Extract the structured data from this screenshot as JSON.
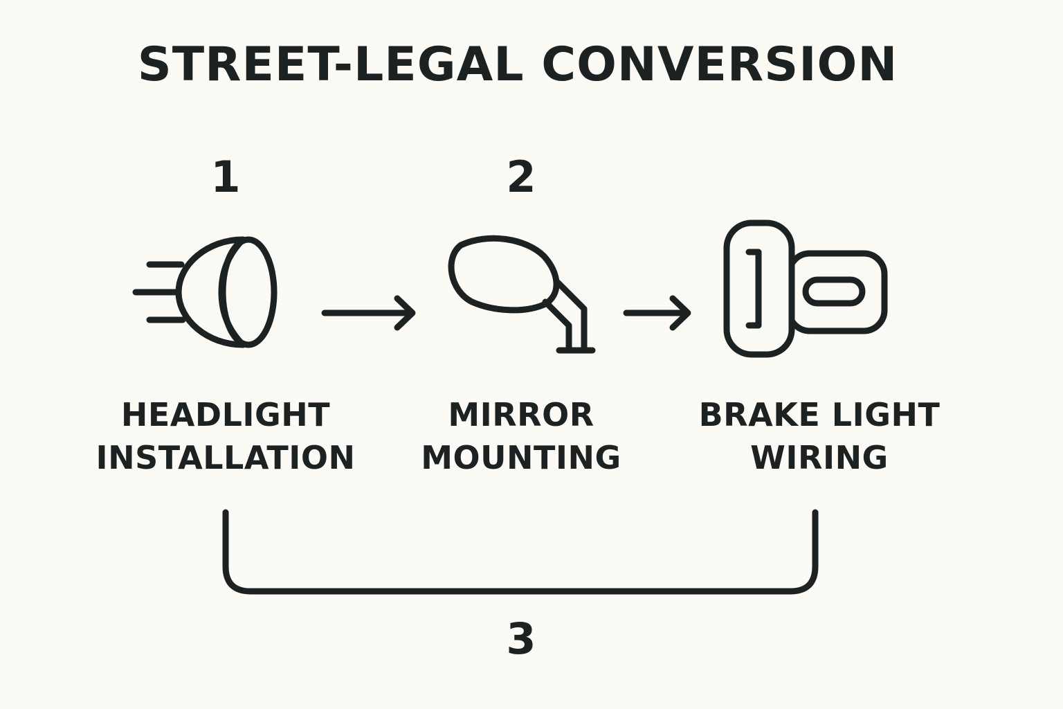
{
  "diagram": {
    "title": "STREET-LEGAL CONVERSION",
    "steps": [
      {
        "number": "1",
        "line1": "HEADLIGHT",
        "line2": "INSTALLATION",
        "icon": "headlight-icon"
      },
      {
        "number": "2",
        "line1": "MIRROR",
        "line2": "MOUNTING",
        "icon": "mirror-icon"
      },
      {
        "number": "3",
        "line1": "BRAKE LIGHT",
        "line2": "WIRING",
        "icon": "brake-light-icon"
      }
    ],
    "colors": {
      "background": "#fbfaf4",
      "ink": "#1c2222"
    }
  }
}
